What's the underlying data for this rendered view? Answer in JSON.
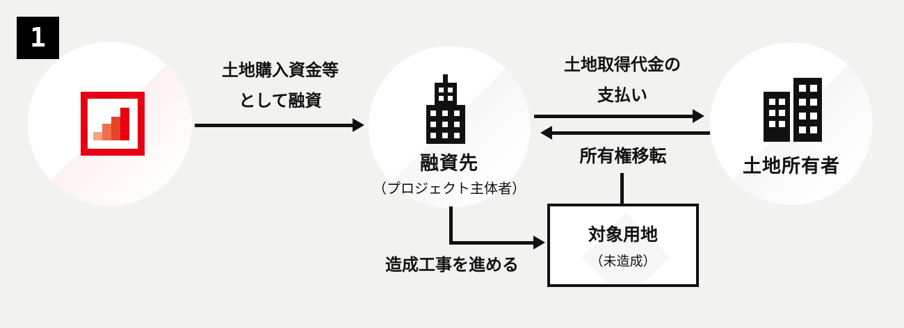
{
  "step_badge": "1",
  "colors": {
    "background": "#f2f2f1",
    "line_black": "#111111",
    "node_fill": "#ffffff",
    "logo_frame_red": "#e60012",
    "logo_bar_colors": [
      "#f5a67f",
      "#ee6f4c",
      "#e7432a",
      "#e60012"
    ]
  },
  "nodes": {
    "lender": {
      "icon": "bar-chart-bank-logo"
    },
    "borrower": {
      "icon": "office-building",
      "label": "融資先",
      "sublabel": "（プロジェクト主体者）"
    },
    "landowner": {
      "icon": "city-buildings",
      "label": "土地所有者"
    }
  },
  "target_land_box": {
    "title": "対象用地",
    "subtitle": "（未造成）"
  },
  "arrows": {
    "loan": {
      "direction": "right",
      "from": "lender",
      "to": "borrower",
      "label": [
        "土地購入資金等",
        "として融資"
      ]
    },
    "payment": {
      "direction": "right",
      "from": "borrower",
      "to": "landowner",
      "label": [
        "土地取得代金の",
        "支払い"
      ]
    },
    "ownership_transfer": {
      "direction": "left",
      "from": "landowner",
      "to": "borrower",
      "label": "所有権移転"
    },
    "development": {
      "direction": "right",
      "from": "borrower",
      "to": "target_land_box",
      "label": "造成工事を進める"
    }
  }
}
